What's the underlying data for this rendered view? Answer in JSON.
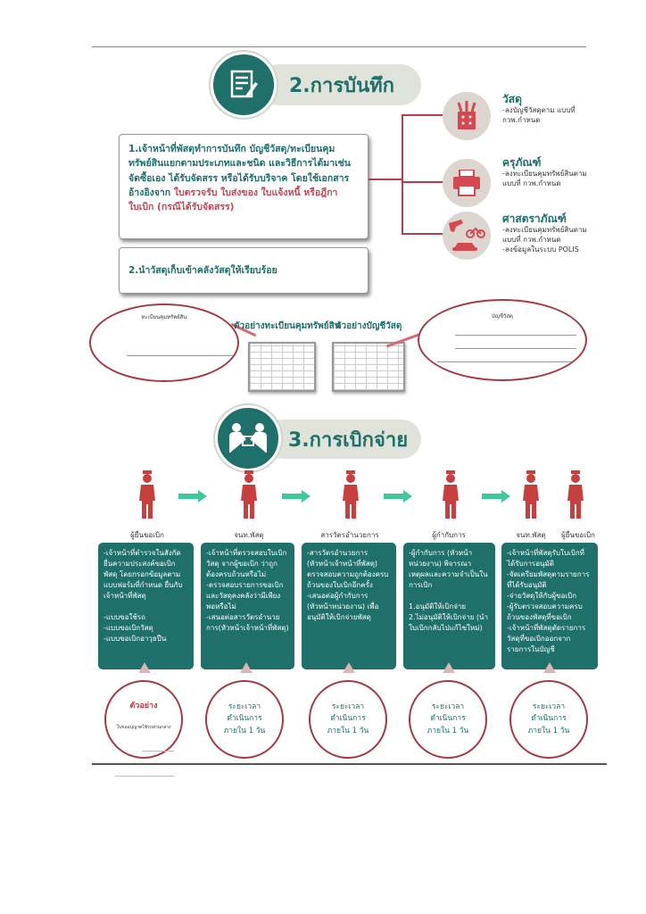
{
  "section2": {
    "title": "2.การบันทึก",
    "box1_text": "1.เจ้าหน้าที่พัสดุทำการบันทึก บัญชีวัสดุ/ทะเบียนคุมทรัพย์สินแยกตามประเภทและชนิด และวิธีการได้มาเช่น จัดซื้อเอง ได้รับจัดสรร หรือได้รับบริจาค โดยใช้เอกสารอ้างอิงจาก",
    "box1_highlight": "ใบตรวจรับ ใบส่งของ ใบแจ้งหนี้ หรือฎีกาใบเบิก (กรณีได้รับจัดสรร)",
    "box2_text": "2.นำวัสดุเก็บเข้าคลังวัสดุให้เรียบร้อย",
    "categories": [
      {
        "title": "วัสดุ",
        "desc": "-ลงบัญชีวัสดุตาม แบบที่ กวพ.กำหนด",
        "icon": "stationery-icon"
      },
      {
        "title": "ครุภัณฑ์",
        "desc": "-ลงทะเบียนคุมทรัพย์สินตามแบบที่ กวพ.กำหนด",
        "icon": "printer-icon"
      },
      {
        "title": "ศาสตราภัณฑ์",
        "desc": "-ลงทะเบียนคุมทรัพย์สินตามแบบที่ กวพ.กำหนด",
        "desc2": "-ลงข้อมูลในระบบ POLIS",
        "icon": "weapons-vehicles-icon"
      }
    ],
    "example_asset_register": "ตัวอย่างทะเบียนคุมทรัพย์สิน",
    "example_material_account": "ตัวอย่างบัญชีวัสดุ",
    "zoom_left_title": "ทะเบียนคุมทรัพย์สิน",
    "zoom_right_title": "บัญชีวัสดุ"
  },
  "section3": {
    "title": "3.การเบิกจ่าย",
    "roles": [
      "ผู้ยื่นขอเบิก",
      "จนท.พัสดุ",
      "สารวัตรอำนวยการ",
      "ผู้กำกับการ",
      "จนท.พัสดุ",
      "ผู้ยื่นขอเบิก"
    ],
    "steps": [
      "-เจ้าหน้าที่ตำรวจในสังกัด ยื่นความประสงค์ขอเบิกพัสดุ โดยกรอกข้อมูลตามแบบฟอร์มที่กำหนด ยื่นกับเจ้าหน้าที่พัสดุ\n\n-แบบขอใช้รถ\n-แบบขอเบิกวัสดุ\n-แบบขอเบิกอาวุธปืน",
      "-เจ้าหน้าที่ตรวจสอบใบเบิกวัสดุ จากผู้ขอเบิก ว่าถูกต้องครบถ้วนหรือไม่\n-ตรวจสอบรายการขอเบิกและวัสดุคงคลังว่ามีเพียงพอหรือไม่\n-เสนอต่อสารวัตรอำนวยการ(หัวหน้าเจ้าหน้าที่พัสดุ)",
      "-สารวัตรอำนวยการ (หัวหน้าเจ้าหน้าที่พัสดุ) ตรวจสอบความถูกต้องครบถ้วนของใบเบิกอีกครั้ง\n-เสนอต่อผู้กำกับการ (หัวหน้าหน่วยงาน) เพื่ออนุมัติให้เบิกจ่ายพัสดุ",
      "-ผู้กำกับการ (หัวหน้าหน่วยงาน) พิจารณาเหตุผลและความจำเป็นในการเบิก\n\n1.อนุมัติให้เบิกจ่าย\n2.ไม่อนุมัติให้เบิกจ่าย (นำใบเบิกกลับไปแก้ไขใหม่)",
      "-เจ้าหน้าที่พัสดุรับใบเบิกที่ได้รับการอนุมัติ\n-จัดเตรียมพัสดุตามรายการที่ได้รับอนุมัติ\n-จ่ายวัสดุให้กับผู้ขอเบิก\n-ผู้รับตรวจสอบความครบถ้วนของพัสดุที่ขอเบิก\n-เจ้าหน้าที่พัสดุตัดรายการวัสดุที่ขอเบิกออกจากรายการในบัญชี"
    ],
    "example_label": "ตัวอย่าง",
    "example_form_title": "ใบขออนุญาตใช้รถส่วนกลาง",
    "duration": "ระยะเวลา\nดำเนินการ\nภายใน 1 วัน"
  },
  "colors": {
    "teal": "#1f6f6a",
    "red": "#b83c4a",
    "pill": "#dfe3da"
  }
}
